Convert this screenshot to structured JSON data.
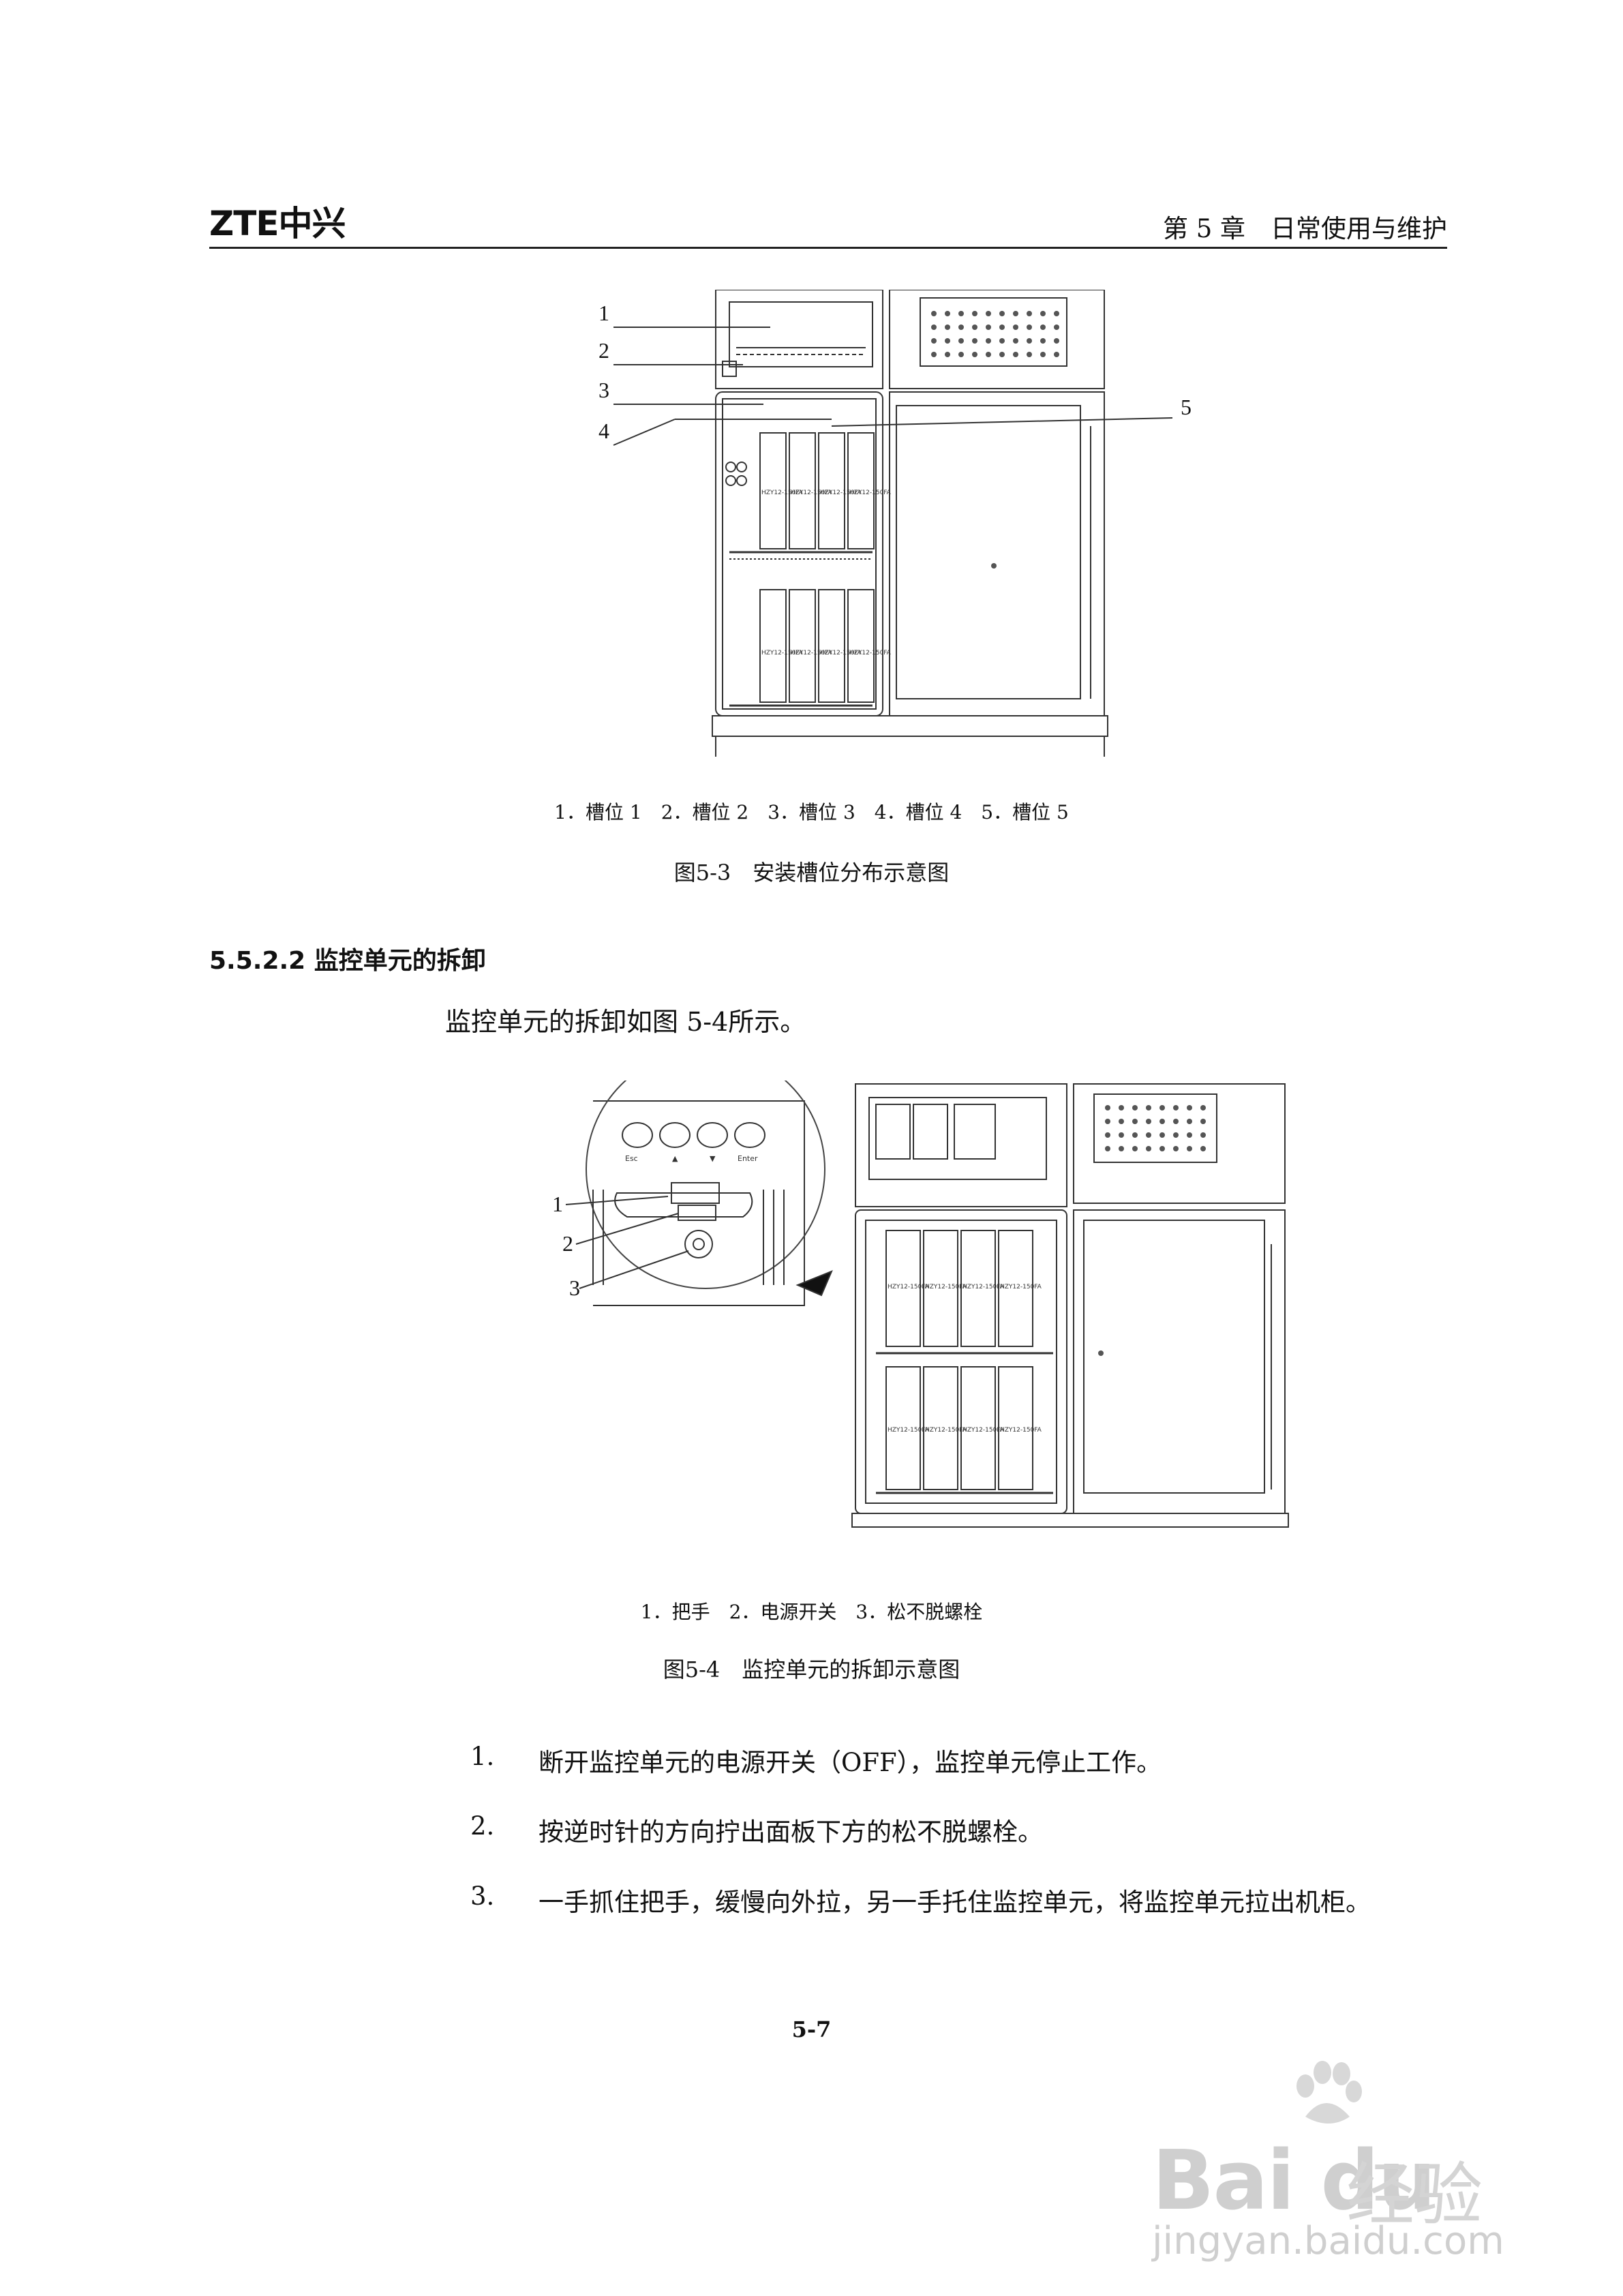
{
  "header": {
    "logo_text": "ZTE中兴",
    "chapter": "第 5 章　日常使用与维护"
  },
  "figure1": {
    "callouts": [
      "1",
      "2",
      "3",
      "4",
      "5"
    ],
    "module_label": "HZY12-150FA",
    "legend": "1．槽位 1　2．槽位 2　3．槽位 3　4．槽位 4　5．槽位 5",
    "title": "图5-3　安装槽位分布示意图"
  },
  "section": {
    "heading": "5.5.2.2 监控单元的拆卸",
    "intro": "监控单元的拆卸如图 5-4所示。"
  },
  "figure2": {
    "callouts": [
      "1",
      "2",
      "3"
    ],
    "button_labels": [
      "Esc",
      "▲",
      "▼",
      "Enter"
    ],
    "module_label": "HZY12-150FA",
    "legend": "1．把手　2．电源开关　3．松不脱螺栓",
    "title": "图5-4　监控单元的拆卸示意图"
  },
  "steps": [
    {
      "num": "1.",
      "text": "断开监控单元的电源开关（OFF），监控单元停止工作。"
    },
    {
      "num": "2.",
      "text": "按逆时针的方向拧出面板下方的松不脱螺栓。"
    },
    {
      "num": "3.",
      "text": "一手抓住把手，缓慢向外拉，另一手托住监控单元，将监控单元拉出机柜。"
    }
  ],
  "footer": {
    "page_number": "5-7"
  },
  "watermark": {
    "brand": "Bai du",
    "product": "经验",
    "url": "jingyan.baidu.com"
  }
}
